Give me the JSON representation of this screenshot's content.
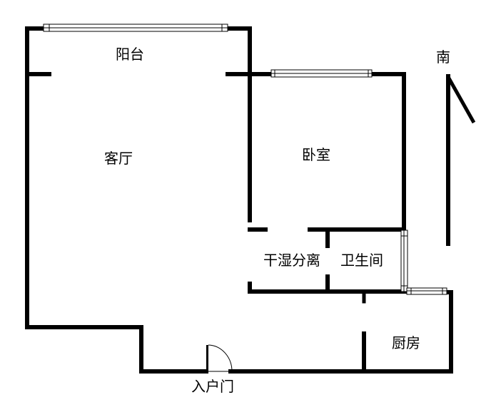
{
  "rooms": {
    "balcony": "阳台",
    "living_room": "客厅",
    "bedroom": "卧室",
    "dry_wet_separation": "干湿分离",
    "bathroom": "卫生间",
    "kitchen": "厨房"
  },
  "entrance": "入户门",
  "compass": {
    "label": "南"
  },
  "colors": {
    "wall": "#000000",
    "background": "#ffffff"
  }
}
